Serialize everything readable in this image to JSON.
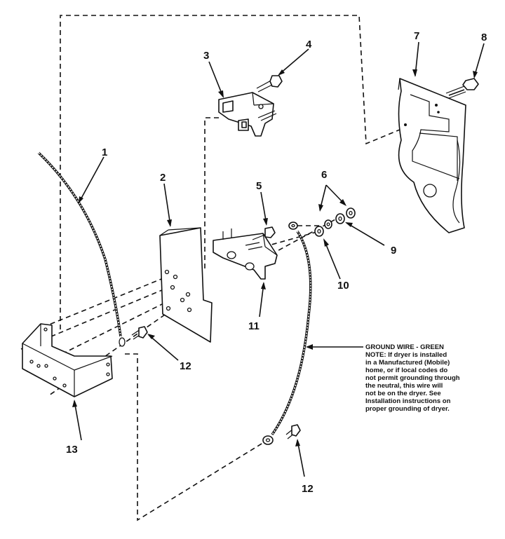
{
  "callouts": {
    "c1": "1",
    "c2": "2",
    "c3": "3",
    "c4": "4",
    "c5": "5",
    "c6": "6",
    "c7": "7",
    "c8": "8",
    "c9": "9",
    "c10": "10",
    "c11": "11",
    "c12a": "12",
    "c12b": "12",
    "c13": "13"
  },
  "note": {
    "lines": [
      "GROUND WIRE - GREEN",
      "NOTE: If dryer is installed",
      "in a Manufactured (Mobile)",
      "home, or if local codes do",
      "not permit grounding through",
      "the neutral, this wire will",
      "not be on the dryer. See",
      "Installation instructions on",
      "proper grounding of dryer."
    ]
  }
}
